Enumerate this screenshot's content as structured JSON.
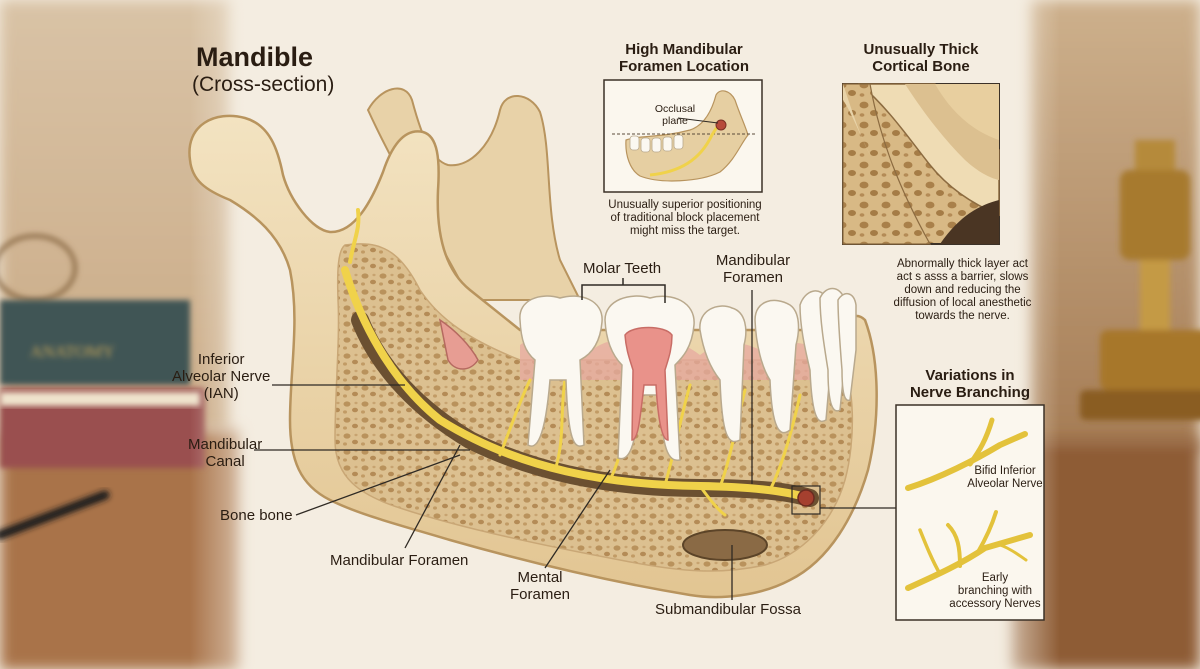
{
  "title": "Mandible",
  "subtitle": "(Cross-section)",
  "book_spine_text": "ANATOMY",
  "labels": {
    "ian": "Inferior\nAlveolar Nerve\n(IAN)",
    "canal": "Mandibular\nCanal",
    "bone": "Bone bone",
    "foramen_bottom": "Mandibular Foramen",
    "mental": "Mental\nForamen",
    "fossa": "Submandibular Fossa",
    "molar": "Molar Teeth",
    "foramen_top": "Mandibular\nForamen"
  },
  "insets": {
    "high_foramen": {
      "heading": "High Mandibular\nForamen Location",
      "plane_label": "Occlusal\nplane",
      "caption": "Unusually superior positioning\nof traditional block placement\nmight miss the target."
    },
    "cortical": {
      "heading": "Unusually Thick\nCortical Bone",
      "caption": "Abnormally thick layer act\nact s asss a barrier, slows\ndown and reducing the\ndiffusion of local anesthetic\ntowards the nerve."
    },
    "branching": {
      "heading": "Variations in\nNerve Branching",
      "bifid": "Bifid Inferior\nAlveolar Nerve",
      "early": "Early\nbranching with\naccessory Nerves"
    }
  },
  "colors": {
    "bone": "#ecd6ad",
    "bone_edge": "#b8945e",
    "marrow": "#d3b583",
    "nerve": "#f0d24a",
    "canal": "#6b5031",
    "enamel": "#fbf8f1",
    "pulp": "#e9928a",
    "gum": "#e7a9a0",
    "line": "#2f2a24"
  }
}
